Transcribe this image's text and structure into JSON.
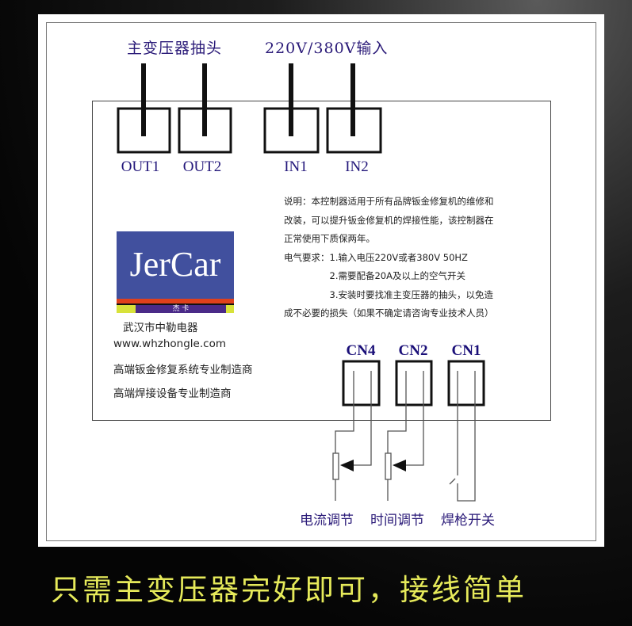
{
  "header": {
    "tap_label": "主变压器抽头",
    "input_label": "220V/380V输入"
  },
  "terminals": [
    "OUT1",
    "OUT2",
    "IN1",
    "IN2"
  ],
  "connectors": [
    "CN4",
    "CN2",
    "CN1"
  ],
  "logo": {
    "brand": "JerCar",
    "subtext": "杰 卡"
  },
  "company": {
    "name": "武汉市中勒电器",
    "website": "www.whzhongle.com",
    "line1": "高端钣金修复系统专业制造商",
    "line2": "高端焊接设备专业制造商"
  },
  "description": [
    "说明：本控制器适用于所有品牌钣金修复机的维修和",
    "改装，可以提升钣金修复机的焊接性能，该控制器在",
    "正常使用下质保两年。",
    "电气要求：1.输入电压220V或者380V 50HZ",
    "　　　　　2.需要配备20A及以上的空气开关",
    "　　　　　3.安装时要找准主变压器的抽头，以免造",
    "成不必要的损失（如果不确定请咨询专业技术人员）"
  ],
  "controls": {
    "current": "电流调节",
    "time": "时间调节",
    "trigger": "焊枪开关"
  },
  "caption": "只需主变压器完好即可，接线简单",
  "colors": {
    "label": "#22167a",
    "caption": "#e6ea5a",
    "logo_bg": "#41509e"
  }
}
